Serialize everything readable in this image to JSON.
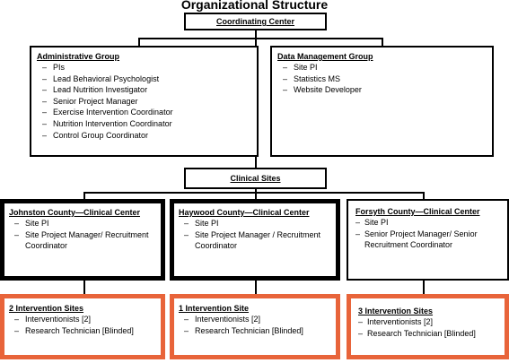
{
  "title": "Organizational Structure",
  "coordinating_center": {
    "label": "Coordinating Center"
  },
  "administrative_group": {
    "title": "Administrative Group",
    "items": [
      "PIs",
      "Lead Behavioral Psychologist",
      "Lead Nutrition Investigator",
      "Senior Project Manager",
      "Exercise Intervention Coordinator",
      "Nutrition Intervention Coordinator",
      "Control Group Coordinator"
    ]
  },
  "data_management_group": {
    "title": "Data Management Group",
    "items": [
      "Site PI",
      "Statistics MS",
      "Website Developer"
    ]
  },
  "clinical_sites": {
    "label": "Clinical Sites"
  },
  "sites": [
    {
      "title": "Johnston County—Clinical Center",
      "items": [
        "Site PI",
        "Site Project  Manager/ Recruitment Coordinator"
      ],
      "intervention_title": "2 Intervention Sites",
      "intervention_items": [
        "Interventionists [2]",
        "Research Technician [Blinded]"
      ]
    },
    {
      "title": "Haywood County—Clinical Center",
      "items": [
        "Site PI",
        "Site Project Manager /  Recruitment Coordinator"
      ],
      "intervention_title": "1 Intervention Site",
      "intervention_items": [
        "Interventionists [2]",
        "Research Technician [Blinded]"
      ]
    },
    {
      "title": "Forsyth County—Clinical Center",
      "items": [
        "Site PI",
        "Senior Project Manager/ Senior Recruitment Coordinator"
      ],
      "intervention_title": "3 Intervention Sites",
      "intervention_items": [
        "Interventionists [2]",
        "Research Technician [Blinded]"
      ]
    }
  ],
  "colors": {
    "border": "#000000",
    "intervention_border": "#e8643a"
  }
}
